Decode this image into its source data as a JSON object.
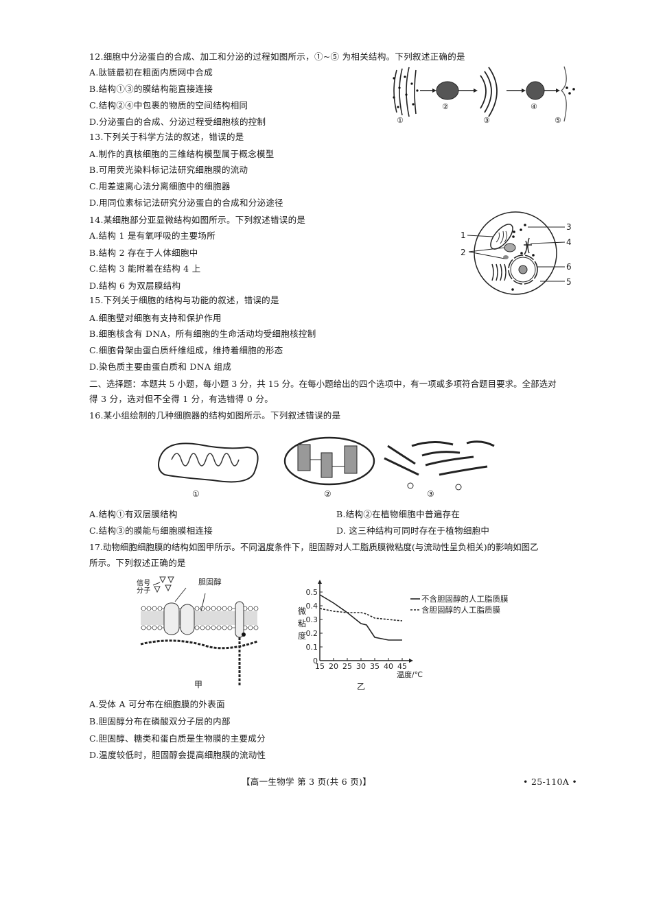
{
  "q12": {
    "stem": "12.细胞中分泌蛋白的合成、加工和分泌的过程如图所示，①~⑤ 为相关结构。下列叙述正确的是",
    "options": [
      "A.肽链最初在粗面内质网中合成",
      "B.结构①③的膜结构能直接连接",
      "C.结构②④中包裹的物质的空间结构相同",
      "D.分泌蛋白的合成、分泌过程受细胞核的控制"
    ],
    "figure_labels": [
      "①",
      "②",
      "③",
      "④",
      "⑤"
    ]
  },
  "q13": {
    "stem": "13.下列关于科学方法的叙述，错误的是",
    "options": [
      "A.制作的真核细胞的三维结构模型属于概念模型",
      "B.可用荧光染料标记法研究细胞膜的流动",
      "C.用差速离心法分离细胞中的细胞器",
      "D.用同位素标记法研究分泌蛋白的合成和分泌途径"
    ]
  },
  "q14": {
    "stem": "14.某细胞部分亚显微结构如图所示。下列叙述错误的是",
    "options": [
      "A.结构 1 是有氧呼吸的主要场所",
      "B.结构 2 存在于人体细胞中",
      "C.结构 3 能附着在结构 4 上",
      "D.结构 6 为双层膜结构"
    ],
    "figure_labels": [
      "1",
      "2",
      "3",
      "4",
      "5",
      "6"
    ]
  },
  "q15": {
    "stem": "15.下列关于细胞的结构与功能的叙述，错误的是",
    "options": [
      "A.细胞壁对细胞有支持和保护作用",
      "B.细胞核含有 DNA，所有细胞的生命活动均受细胞核控制",
      "C.细胞骨架由蛋白质纤维组成，维持着细胞的形态",
      "D.染色质主要由蛋白质和 DNA 组成"
    ]
  },
  "section2": {
    "line1": "二、选择题：本题共 5 小题，每小题 3 分，共 15 分。在每小题给出的四个选项中，有一项或多项符合题目要求。全部选对",
    "line2": "得 3 分，选对但不全得 1 分，有选错得 0 分。"
  },
  "q16": {
    "stem": "16.某小组绘制的几种细胞器的结构如图所示。下列叙述错误的是",
    "options": [
      "A.结构①有双层膜结构",
      "B.结构②在植物细胞中普遍存在",
      "C.结构③的膜能与细胞膜相连接",
      "D.  这三种结构可同时存在于植物细胞中"
    ],
    "figure_labels": [
      "①",
      "②",
      "③"
    ]
  },
  "q17": {
    "stem_line1": "17.动物细胞细胞膜的结构如图甲所示。不同温度条件下，胆固醇对人工脂质膜微粘度(与流动性呈负相关)的影响如图乙",
    "stem_line2": "所示。下列叙述正确的是",
    "fig_jia": {
      "label": "甲",
      "signal": "信号分子",
      "cholesterol": "胆固醇"
    },
    "fig_yi": {
      "label": "乙"
    },
    "options": [
      "A.受体 A 可分布在细胞膜的外表面",
      "B.胆固醇分布在磷酸双分子层的内部",
      "C.胆固醇、糖类和蛋白质是生物膜的主要成分",
      "D.温度较低时，胆固醇会提高细胞膜的流动性"
    ]
  },
  "chart_data": {
    "type": "line",
    "title": "乙",
    "xlabel": "温度/℃",
    "ylabel": "微粘度",
    "x": [
      15,
      20,
      25,
      30,
      32,
      35,
      40,
      45
    ],
    "xticks": [
      "15",
      "20",
      "25",
      "30",
      "35",
      "40",
      "45"
    ],
    "yticks": [
      "0",
      "0.1",
      "0.2",
      "0.3",
      "0.4",
      "0.5"
    ],
    "xlim": [
      15,
      45
    ],
    "ylim": [
      0,
      0.5
    ],
    "grid": false,
    "legend_position": "right",
    "series": [
      {
        "name": "不含胆固醇的人工脂质膜",
        "style": "solid",
        "values": [
          0.48,
          0.42,
          0.35,
          0.27,
          0.26,
          0.17,
          0.15,
          0.15
        ]
      },
      {
        "name": "含胆固醇的人工脂质膜",
        "style": "dashed",
        "values": [
          0.38,
          0.36,
          0.35,
          0.35,
          0.34,
          0.31,
          0.3,
          0.29
        ]
      }
    ]
  },
  "footer": {
    "center": "【高一生物学 第 3 页(共 6 页)】",
    "right": "• 25-110A •"
  }
}
